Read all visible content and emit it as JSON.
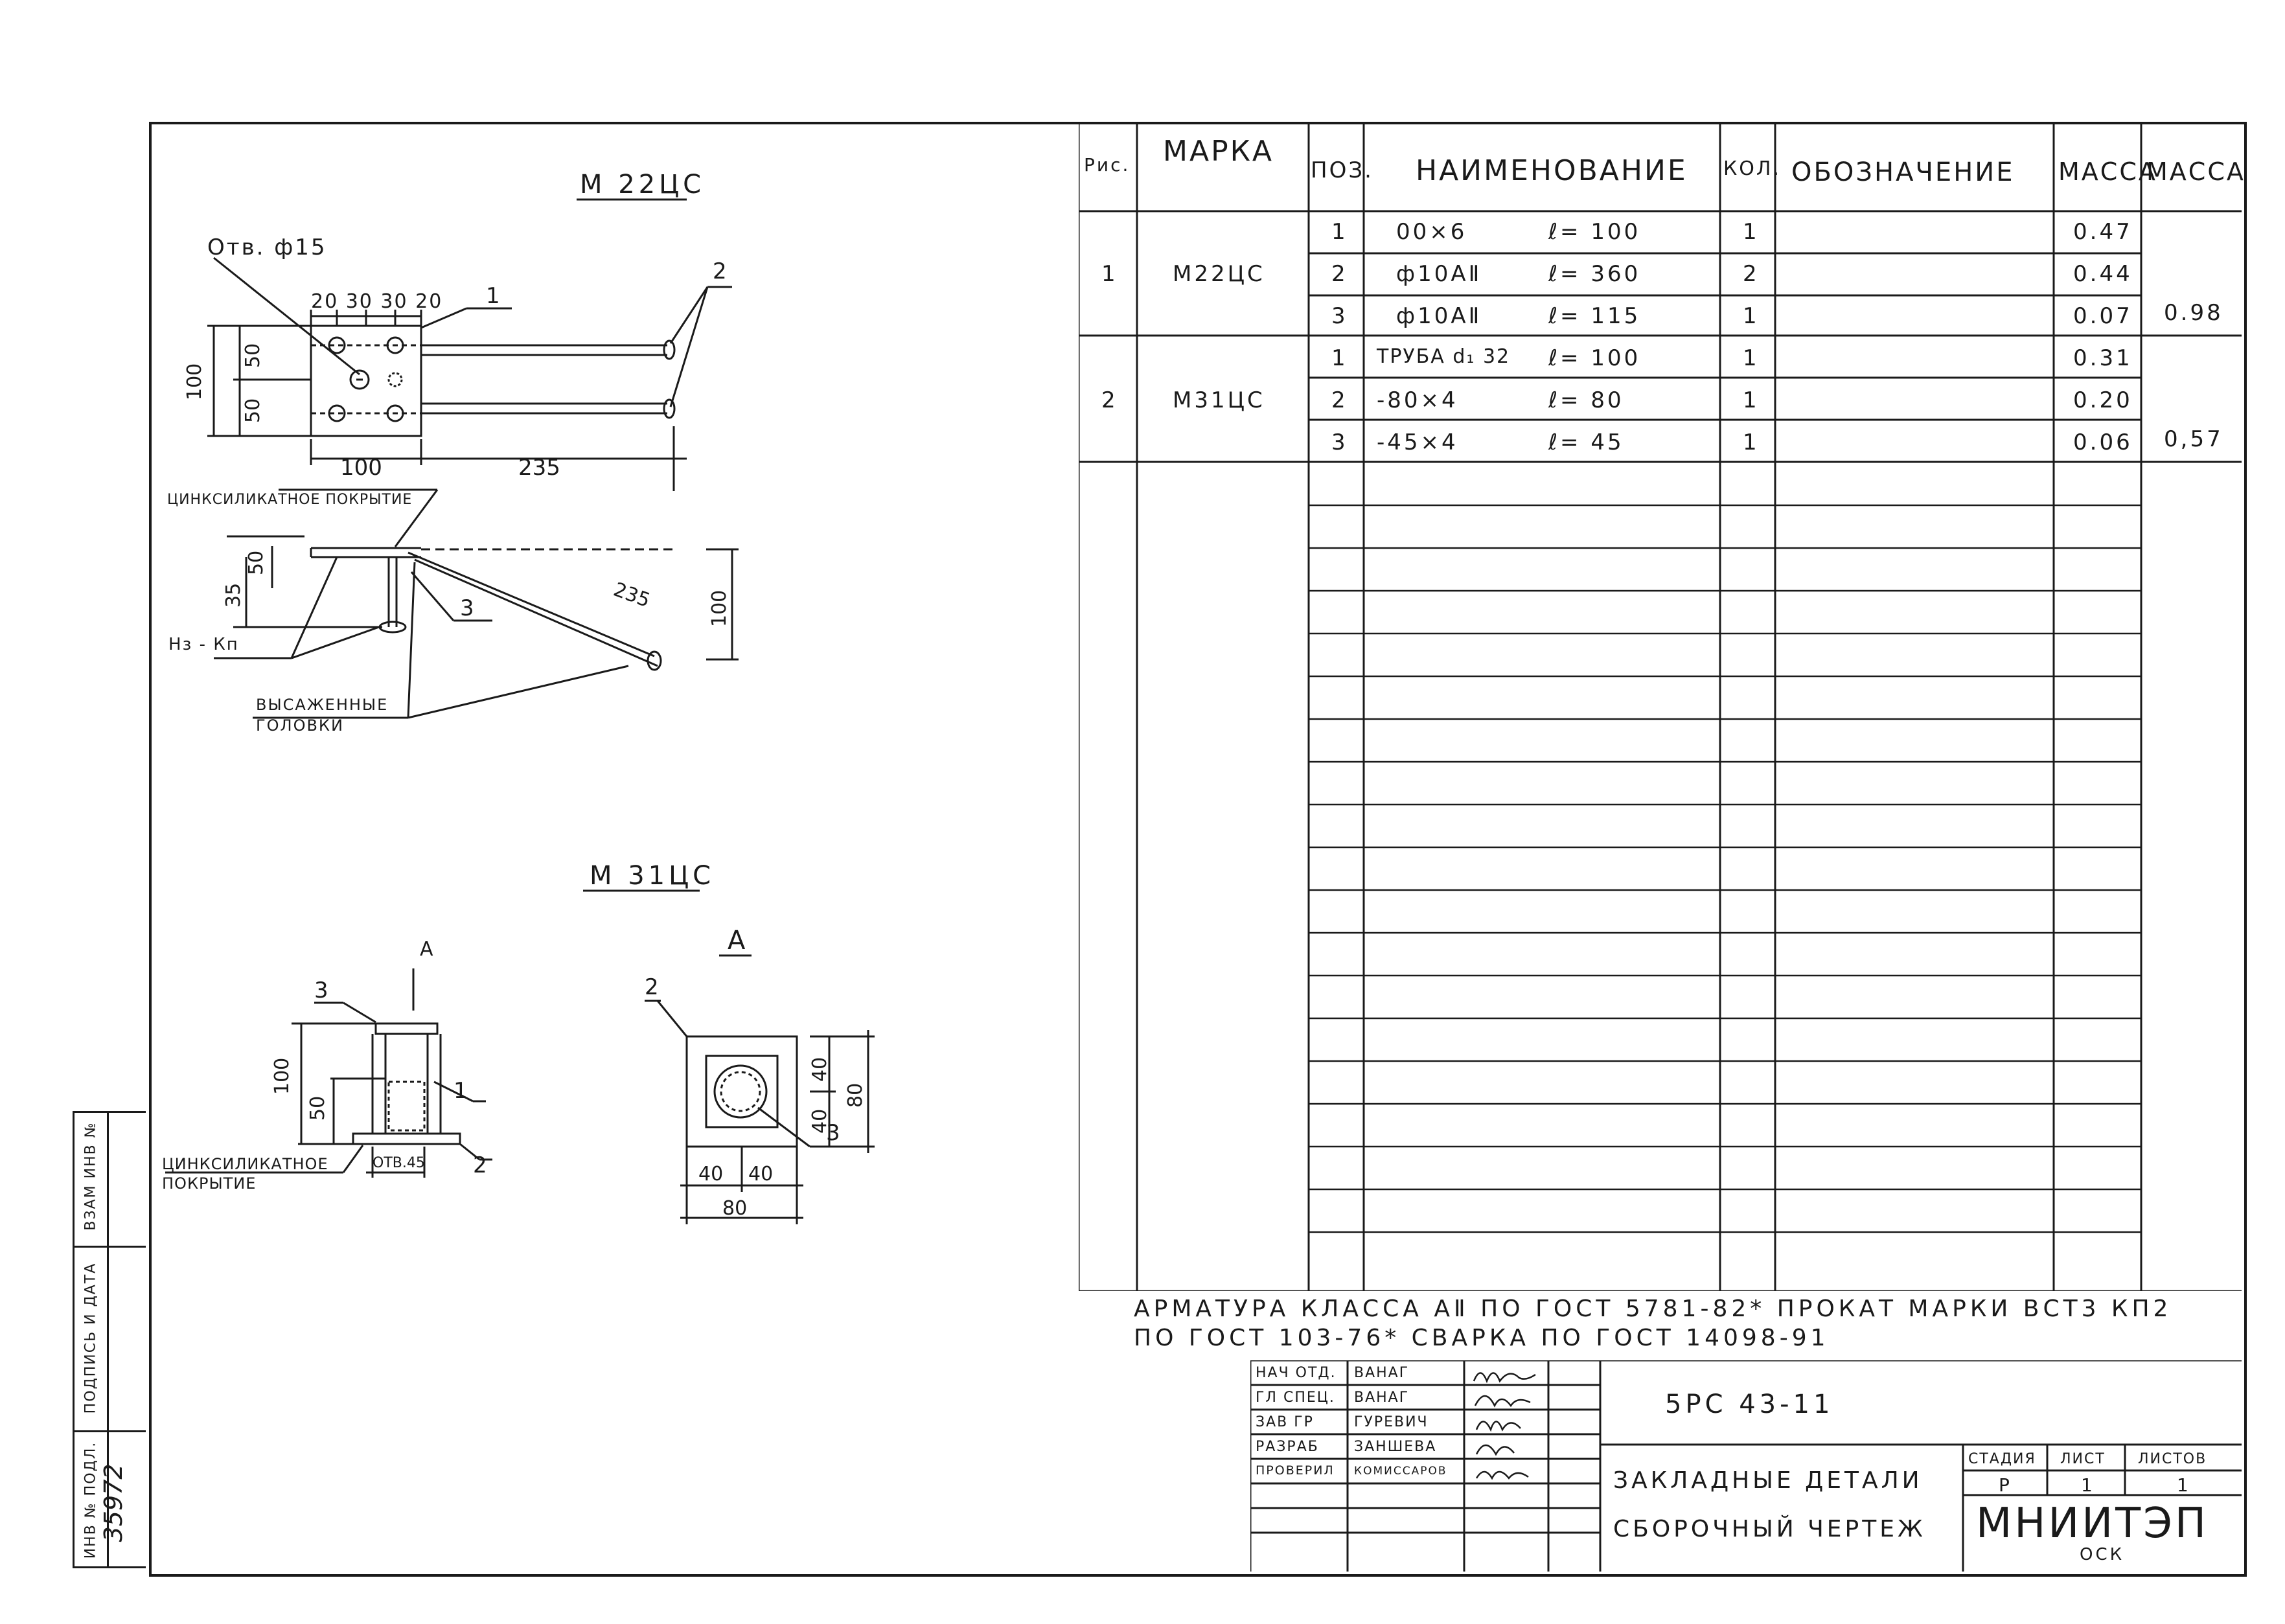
{
  "drawing_m22": {
    "title": "М 22ЦС",
    "hole_label": "Отв. ф15",
    "dims_top": "20 30 30 20",
    "dim_100_vertical": "100",
    "dim_50_a": "50",
    "dim_50_b": "50",
    "dim_100": "100",
    "dim_235": "235",
    "callout_1": "1",
    "callout_2": "2",
    "callout_3": "3",
    "coating": "ЦИНКСИЛИКАТНОЕ ПОКРЫТИЕ",
    "dim_50_side": "50",
    "dim_35": "35",
    "dim_235_side": "235",
    "dim_100_side": "100",
    "label_nz": "Нз - Кп",
    "label_heads_1": "ВЫСАЖЕННЫЕ",
    "label_heads_2": "ГОЛОВКИ"
  },
  "drawing_m31": {
    "title": "М 31ЦС",
    "view_arrow": "А",
    "view_title": "А",
    "callout_1": "1",
    "callout_2": "2",
    "callout_3": "3",
    "callout_2b": "2",
    "callout_3b": "3",
    "dim_100": "100",
    "dim_50": "50",
    "hole": "ОТВ.45",
    "coating_1": "ЦИНКСИЛИКАТНОЕ",
    "coating_2": "ПОКРЫТИЕ",
    "dim_40_a": "40",
    "dim_40_b": "40",
    "dim_80_v": "80",
    "dim_40_c": "40",
    "dim_40_d": "40",
    "dim_80_h": "80"
  },
  "spec_table": {
    "headers": [
      "Рис.",
      "МАРКА",
      "ПОЗ.",
      "НАИМЕНОВАНИЕ",
      "КОЛ.",
      "ОБОЗНАЧЕНИЕ",
      "МАССА",
      "МАССА"
    ],
    "groups": [
      {
        "fig": "1",
        "mark": "М22ЦС",
        "total": "0.98",
        "rows": [
          {
            "pos": "1",
            "name": "00×6",
            "len": "ℓ= 100",
            "qty": "1",
            "mass": "0.47"
          },
          {
            "pos": "2",
            "name": "ф10АⅡ",
            "len": "ℓ= 360",
            "qty": "2",
            "mass": "0.44"
          },
          {
            "pos": "3",
            "name": "ф10АⅡ",
            "len": "ℓ= 115",
            "qty": "1",
            "mass": "0.07"
          }
        ]
      },
      {
        "fig": "2",
        "mark": "М31ЦС",
        "total": "0,57",
        "rows": [
          {
            "pos": "1",
            "name": "ТРУБА d₁ 32",
            "len": "ℓ= 100",
            "qty": "1",
            "mass": "0.31"
          },
          {
            "pos": "2",
            "name": "-80×4",
            "len": "ℓ= 80",
            "qty": "1",
            "mass": "0.20"
          },
          {
            "pos": "3",
            "name": "-45×4",
            "len": "ℓ= 45",
            "qty": "1",
            "mass": "0.06"
          }
        ]
      }
    ]
  },
  "notes": {
    "line1": "АРМАТУРА КЛАССА АⅡ ПО ГОСТ 5781-82* ПРОКАТ МАРКИ ВСТ3 КП2",
    "line2": "ПО ГОСТ 103-76* СВАРКА ПО ГОСТ 14098-91"
  },
  "title_block": {
    "roles": [
      "НАЧ ОТД.",
      "ГЛ СПЕЦ.",
      "ЗАВ ГР",
      "РАЗРАБ",
      "ПРОВЕРИЛ"
    ],
    "names": [
      "ВАНАГ",
      "ВАНАГ",
      "ГУРЕВИЧ",
      "ЗАНШЕВА",
      "КОМИССАРОВ"
    ],
    "code": "5РС 43-11",
    "title_1": "ЗАКЛАДНЫЕ ДЕТАЛИ",
    "title_2": "СБОРОЧНЫЙ ЧЕРТЕЖ",
    "stage_header": "СТАДИЯ",
    "sheet_header": "ЛИСТ",
    "sheets_header": "ЛИСТОВ",
    "stage": "Р",
    "sheet": "1",
    "sheets": "1",
    "org": "МНИИТЭП",
    "org_sub": "ОСК"
  },
  "side_stamp": {
    "labels": [
      "ИНВ № ПОДЛ.",
      "ПОДПИСЬ И ДАТА",
      "ВЗАМ ИНВ №"
    ],
    "inv_number": "35972"
  }
}
